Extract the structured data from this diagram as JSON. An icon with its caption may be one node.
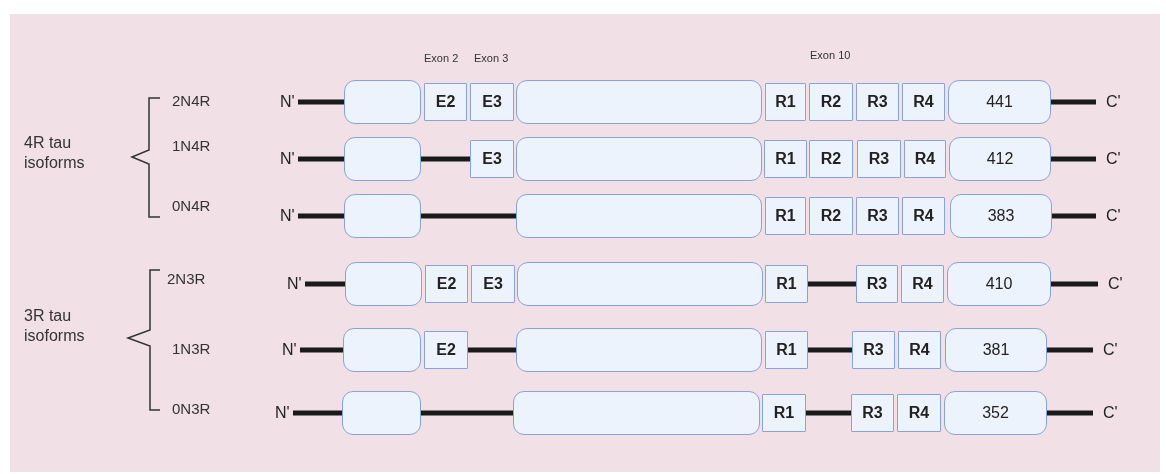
{
  "diagram": {
    "nodes": [
      {
        "text": [
          "N'"
        ]
      },
      {
        "text": [],
        "shape": "box"
      },
      {
        "text": [
          "E2"
        ]
      },
      {
        "text": [
          "E3"
        ]
      },
      {
        "text": [],
        "shape": "box"
      },
      {
        "text": [
          "R1"
        ]
      },
      {
        "text": [
          "R2"
        ]
      },
      {
        "text": [
          "R3"
        ]
      },
      {
        "text": [
          "R4"
        ]
      },
      {
        "text": [
          "441"
        ]
      },
      {
        "text": [
          "C'"
        ]
      },
      {
        "text": [
          "N'"
        ]
      },
      {
        "text": [],
        "shape": "box"
      },
      {
        "text": [
          "E3"
        ]
      },
      {
        "text": [],
        "shape": "box"
      },
      {
        "text": [
          "R1"
        ]
      },
      {
        "text": [
          "R2"
        ]
      },
      {
        "text": [
          "R3"
        ]
      },
      {
        "text": [
          "R4"
        ]
      },
      {
        "text": [
          "412"
        ]
      },
      {
        "text": [
          "C'"
        ]
      },
      {
        "text": [
          "N'"
        ]
      },
      {
        "text": [],
        "shape": "box"
      },
      {
        "text": [],
        "shape": "box"
      },
      {
        "text": [
          "R1"
        ]
      },
      {
        "text": [
          "R2"
        ]
      },
      {
        "text": [
          "R3"
        ]
      },
      {
        "text": [
          "R4"
        ]
      },
      {
        "text": [
          "383"
        ]
      },
      {
        "text": [
          "C'"
        ]
      },
      {
        "text": [
          "N'"
        ]
      },
      {
        "text": [],
        "shape": "box"
      },
      {
        "text": [
          "E2"
        ]
      },
      {
        "text": [
          "E3"
        ]
      },
      {
        "text": [],
        "shape": "box"
      },
      {
        "text": [
          "R1"
        ]
      },
      {
        "text": [
          "R3"
        ]
      },
      {
        "text": [
          "R4"
        ]
      },
      {
        "text": [
          "410"
        ]
      },
      {
        "text": [
          "C'"
        ]
      },
      {
        "text": [
          "N'"
        ]
      },
      {
        "text": [],
        "shape": "box"
      },
      {
        "text": [
          "E2"
        ]
      },
      {
        "text": [],
        "shape": "box"
      },
      {
        "text": [
          "R1"
        ]
      },
      {
        "text": [
          "R3"
        ]
      },
      {
        "text": [
          "R4"
        ]
      },
      {
        "text": [
          "381"
        ]
      },
      {
        "text": [
          "C'"
        ]
      },
      {
        "text": [
          "N'"
        ]
      },
      {
        "text": [],
        "shape": "box"
      },
      {
        "text": [],
        "shape": "box"
      },
      {
        "text": [
          "R1"
        ]
      },
      {
        "text": [
          "R3"
        ]
      },
      {
        "text": [
          "R4"
        ]
      },
      {
        "text": [
          "352"
        ]
      },
      {
        "text": [
          "C'"
        ]
      }
    ],
    "edges": [
      {
        "from": 0,
        "to": 1,
        "arrow": "none"
      },
      {
        "from": 9,
        "to": 10,
        "arrow": "none"
      },
      {
        "from": 11,
        "to": 12,
        "arrow": "none"
      },
      {
        "from": 12,
        "to": 13,
        "arrow": "none"
      },
      {
        "from": 19,
        "to": 20,
        "arrow": "none"
      },
      {
        "from": 21,
        "to": 22,
        "arrow": "none"
      },
      {
        "from": 22,
        "to": 23,
        "arrow": "none"
      },
      {
        "from": 28,
        "to": 29,
        "arrow": "none"
      },
      {
        "from": 30,
        "to": 31,
        "arrow": "none"
      },
      {
        "from": 35,
        "to": 36,
        "arrow": "none"
      },
      {
        "from": 38,
        "to": 39,
        "arrow": "none"
      },
      {
        "from": 40,
        "to": 41,
        "arrow": "none"
      },
      {
        "from": 42,
        "to": 43,
        "arrow": "none"
      },
      {
        "from": 44,
        "to": 45,
        "arrow": "none"
      },
      {
        "from": 47,
        "to": 48,
        "arrow": "none"
      },
      {
        "from": 49,
        "to": 50,
        "arrow": "none"
      },
      {
        "from": 50,
        "to": 51,
        "arrow": "none"
      },
      {
        "from": 52,
        "to": 53,
        "arrow": "none"
      },
      {
        "from": 55,
        "to": 56,
        "arrow": "none"
      }
    ],
    "labels": [
      "Exon 2",
      "Exon 3",
      "Exon 10",
      "2N4R",
      "4R tau isoforms",
      "1N4R",
      "0N4R",
      "2N3R",
      "3R tau isoforms",
      "1N3R",
      "0N3R"
    ]
  }
}
